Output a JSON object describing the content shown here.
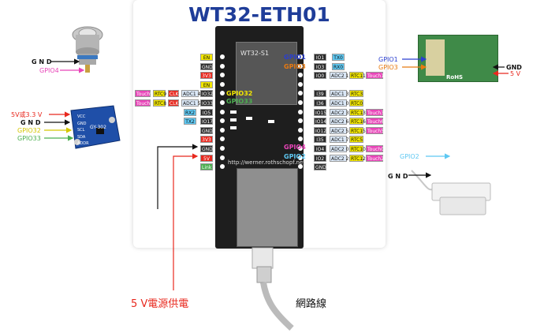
{
  "title": "WT32-ETH01",
  "module_label": "WT32-S1",
  "url": "http://werner.rothschopf.net",
  "colors": {
    "title": "#1f3d99",
    "red_line": "#e8281e",
    "yellow": "#f2e600",
    "pink": "#e844b8",
    "red_pin": "#e8281e",
    "cyan": "#5ec8f2",
    "dark": "#2b2b2b",
    "green": "#4caf50",
    "blue_text": "#2a3fd0",
    "orange_text": "#e87a10"
  },
  "left_pins": [
    {
      "label": "EN",
      "kind": "yellow"
    },
    {
      "label": "GND",
      "kind": "dark"
    },
    {
      "label": "3V3",
      "kind": "red"
    },
    {
      "label": "EN",
      "kind": "yellow"
    },
    {
      "label": "IO32",
      "kind": "dark",
      "touch": "Touch9",
      "rtc": "RTC9",
      "clk": "CLK",
      "adc": "ADC1 4"
    },
    {
      "label": "IO33",
      "kind": "dark",
      "touch": "Touch8",
      "rtc": "RTC8",
      "clk": "CLK",
      "adc": "ADC1 5"
    },
    {
      "label": "IO5",
      "kind": "dark",
      "sig": "RX2"
    },
    {
      "label": "IO17",
      "kind": "dark",
      "sig": "TX2"
    },
    {
      "label": "GND",
      "kind": "dark"
    },
    {
      "label": "3V3",
      "kind": "red"
    },
    {
      "label": "GND",
      "kind": "dark"
    },
    {
      "label": "5V",
      "kind": "red"
    },
    {
      "label": "Link",
      "kind": "green"
    }
  ],
  "right_pins": [
    {
      "label": "IO1",
      "sig": "TX0"
    },
    {
      "label": "IO3",
      "sig": "RX0"
    },
    {
      "label": "IO0",
      "adc": "ADC2 1",
      "rtc": "RTC11",
      "touch": "Touch1"
    },
    {
      "label": "",
      "adc": "",
      "rtc": "",
      "touch": ""
    },
    {
      "label": "I39",
      "adc": "ADC1 3",
      "rtc": "RTC3"
    },
    {
      "label": "I36",
      "adc": "ADC1 0",
      "rtc": "RTC0"
    },
    {
      "label": "IO15",
      "adc": "ADC2 3",
      "rtc": "RTC13",
      "touch": "Touch3"
    },
    {
      "label": "IO14",
      "adc": "ADC2 6",
      "rtc": "RTC16",
      "touch": "Touch6"
    },
    {
      "label": "IO12",
      "adc": "ADC2 5",
      "rtc": "RTC15",
      "touch": "Touch5"
    },
    {
      "label": "I35",
      "adc": "ADC1 7",
      "rtc": "RTC5"
    },
    {
      "label": "IO4",
      "adc": "ADC2 0",
      "rtc": "RTC10",
      "touch": "Touch0"
    },
    {
      "label": "IO2",
      "adc": "ADC2 2",
      "rtc": "RTC12",
      "touch": "Touch2"
    },
    {
      "label": "GND"
    }
  ],
  "board_gpio": {
    "gpio1": "GPIO1",
    "gpio3": "GPIO3",
    "gpio32": "GPIO32",
    "gpio33": "GPIO33",
    "gpio4": "GPIO4",
    "gpio2": "GPIO2"
  },
  "button": {
    "gnd": "G N D",
    "gpio": "GPIO4"
  },
  "sensor": {
    "model": "GY-302",
    "vcc": "5V或3.3 V",
    "gnd": "G N D",
    "scl": "GPIO32",
    "sda": "GPIO33",
    "pins": [
      "VCC",
      "GND",
      "SCL",
      "SDA",
      "ADDR"
    ]
  },
  "radar": {
    "gpio1": "GPIO1",
    "gpio3": "GPIO3",
    "gnd": "GND",
    "v5": "5 V",
    "rohs": "RoHS"
  },
  "door": {
    "gpio": "GPIO2",
    "gnd": "G N D"
  },
  "power_label": "5 V電源供電",
  "network_label": "網路線"
}
